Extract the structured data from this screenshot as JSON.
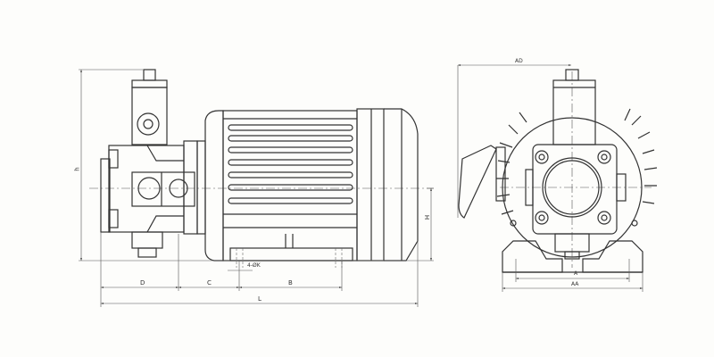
{
  "title": "Motor pump unit dimension drawing",
  "side_view": {
    "labels": {
      "h": "h",
      "H": "H",
      "D": "D",
      "C": "C",
      "B": "B",
      "L": "L",
      "K": "4-ØK"
    }
  },
  "end_view": {
    "labels": {
      "AD": "AD",
      "A": "A",
      "AA": "AA"
    }
  },
  "colors": {
    "line": "#333333",
    "background": "#fdfdfb"
  }
}
